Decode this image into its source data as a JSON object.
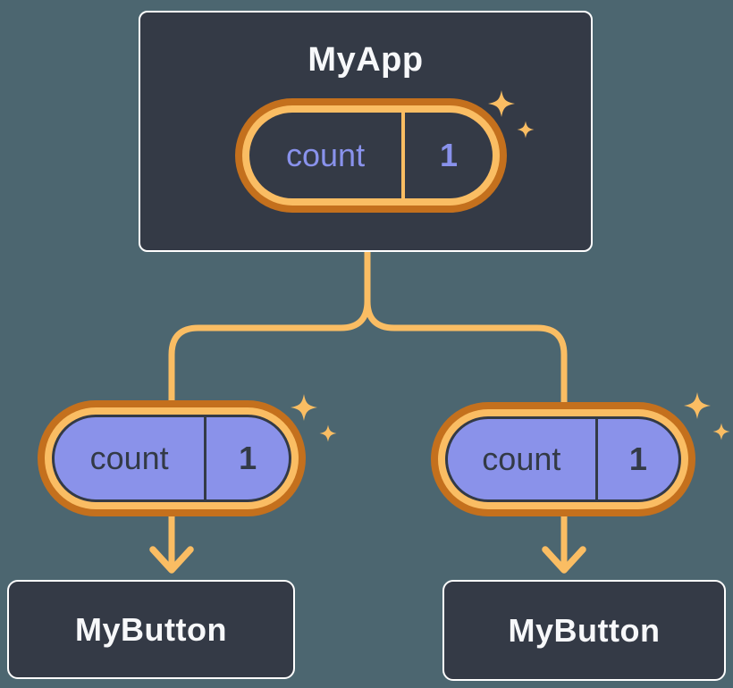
{
  "colors": {
    "background": "#4c6670",
    "node_fill": "#343a46",
    "node_border": "#ffffff",
    "node_text": "#f7f8fa",
    "connector": "#fabd63",
    "pill_ring_outer": "#c4701d",
    "pill_ring_inner": "#fabd63",
    "pill_child_fill": "#8a92ea",
    "pill_child_text": "#333a46",
    "pill_root_text": "#8992ec"
  },
  "tree": {
    "root": {
      "label": "MyApp",
      "state": {
        "name": "count",
        "value": "1"
      }
    },
    "children": [
      {
        "label": "MyButton",
        "state": {
          "name": "count",
          "value": "1"
        }
      },
      {
        "label": "MyButton",
        "state": {
          "name": "count",
          "value": "1"
        }
      }
    ]
  },
  "icons": {
    "sparkle": "four-point-star",
    "arrowhead": "chevron-down"
  }
}
